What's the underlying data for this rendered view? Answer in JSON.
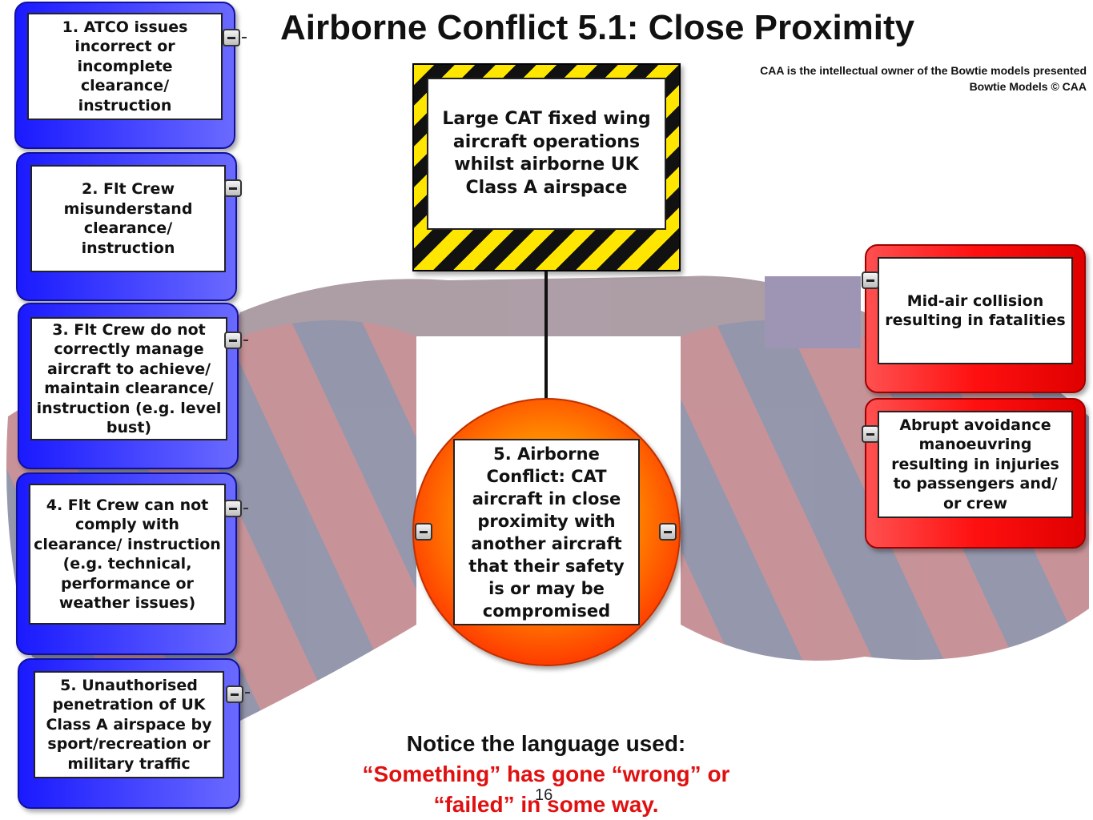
{
  "title": "Airborne Conflict 5.1: Close Proximity",
  "ownership": {
    "line1": "CAA is the intellectual owner of the Bowtie models presented",
    "line2": "Bowtie Models © CAA"
  },
  "hazard": {
    "text": "Large CAT fixed wing aircraft operations whilst airborne UK Class A airspace"
  },
  "top_event": {
    "text": "5. Airborne Conflict: CAT aircraft in close proximity with another aircraft that their safety is or may be compromised"
  },
  "threats": [
    {
      "text": "1. ATCO issues incorrect or incomplete clearance/ instruction"
    },
    {
      "text": "2. Flt Crew misunderstand clearance/ instruction"
    },
    {
      "text": "3. Flt Crew do not correctly manage aircraft to achieve/ maintain clearance/ instruction (e.g. level bust)"
    },
    {
      "text": "4. Flt Crew can not comply with clearance/ instruction (e.g. technical, performance or weather issues)"
    },
    {
      "text": "5. Unauthorised penetration of UK Class A airspace by sport/recreation or military traffic"
    }
  ],
  "consequences": [
    {
      "text": "Mid-air collision resulting in fatalities"
    },
    {
      "text": "Abrupt avoidance manoeuvring resulting in injuries to passengers and/ or crew"
    }
  ],
  "notice": {
    "line1": "Notice the language used:",
    "line2": "“Something” has gone “wrong” or",
    "line3": "“failed” in some way."
  },
  "page_number": "16",
  "colors": {
    "threat": "#2a2aff",
    "consequence": "#ff1a1a",
    "hazard_stripe": "#ffe600",
    "notice_accent": "#e01010"
  }
}
